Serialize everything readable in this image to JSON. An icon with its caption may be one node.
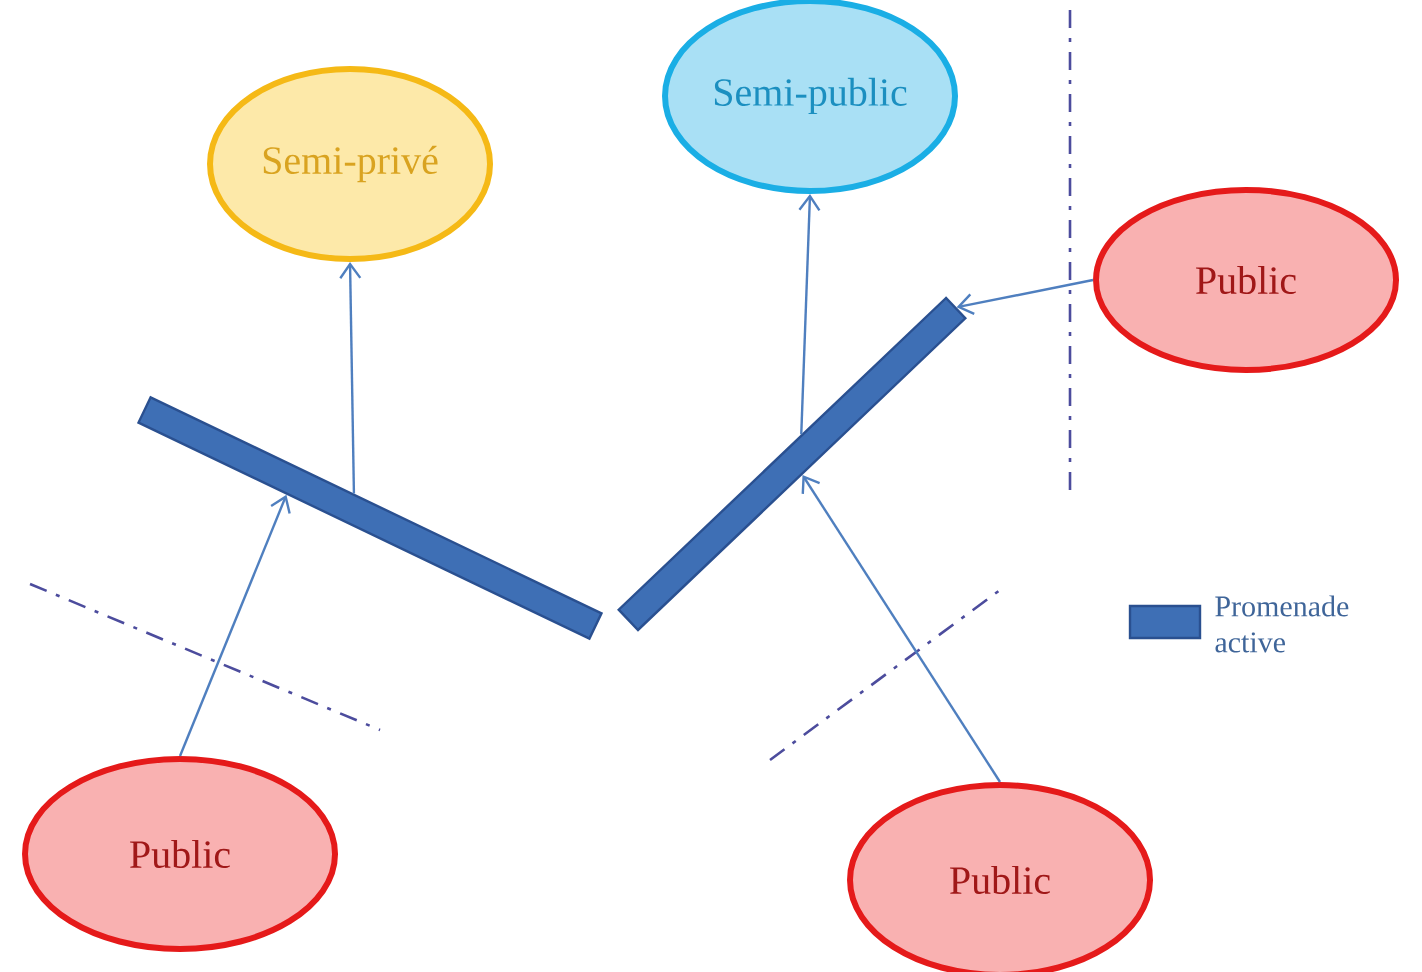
{
  "diagram": {
    "nodes": [
      {
        "text": [
          "Semi-privé"
        ]
      },
      {
        "text": [
          "Semi-public"
        ]
      },
      {
        "text": [
          "Public"
        ]
      },
      {
        "text": [],
        "shape": "bar"
      },
      {
        "text": [],
        "shape": "bar"
      },
      {
        "text": [
          "Public"
        ]
      },
      {
        "text": [
          "Public"
        ]
      }
    ],
    "edges": [
      {
        "from": 3,
        "to": 0,
        "arrow": "to"
      },
      {
        "from": 5,
        "to": 3,
        "arrow": "to"
      },
      {
        "from": 4,
        "to": 1,
        "arrow": "to"
      },
      {
        "from": 6,
        "to": 4,
        "arrow": "to"
      },
      {
        "from": 2,
        "to": 4,
        "arrow": "to"
      }
    ],
    "legend": [
      {
        "text": "Promenade active"
      }
    ]
  }
}
